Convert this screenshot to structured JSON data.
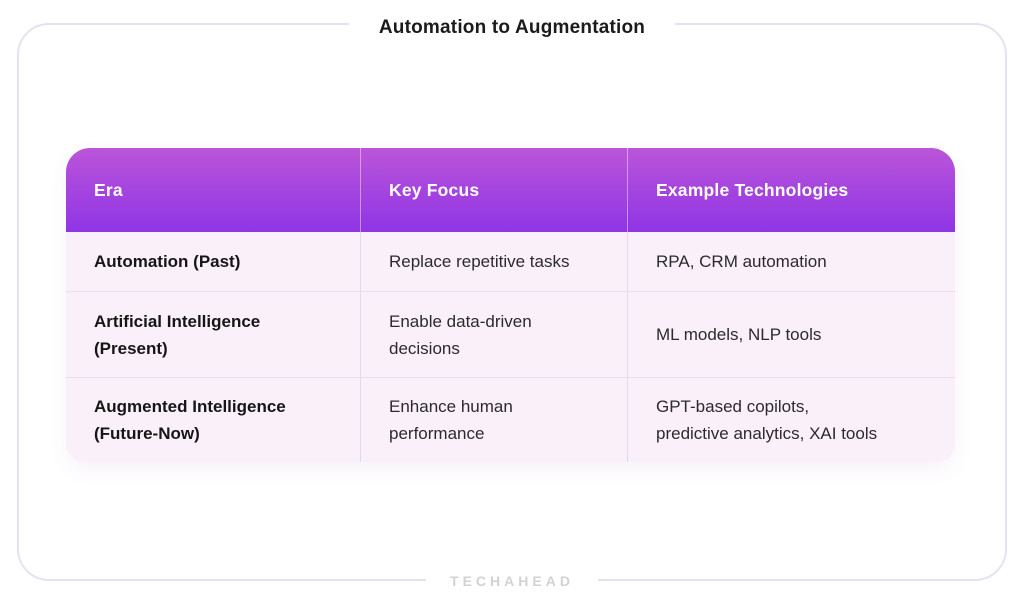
{
  "page": {
    "title": "Automation to Augmentation",
    "watermark": "TECHAHEAD"
  },
  "chart_data": {
    "type": "table",
    "title": "Automation to Augmentation",
    "columns": [
      "Era",
      "Key Focus",
      "Example Technologies"
    ],
    "rows": [
      [
        "Automation (Past)",
        "Replace repetitive tasks",
        "RPA, CRM automation"
      ],
      [
        "Artificial Intelligence\n(Present)",
        "Enable data-driven\ndecisions",
        "ML models, NLP tools"
      ],
      [
        "Augmented Intelligence\n(Future-Now)",
        "Enhance human\nperformance",
        "GPT-based copilots,\npredictive analytics, XAI tools"
      ]
    ]
  },
  "colors": {
    "header_gradient_top": "#bb55d9",
    "header_gradient_bottom": "#8f35e5",
    "row_bg": "#f9f0f9",
    "row_separator": "#eedbee",
    "col_divider": "#e8d6f0",
    "card_border": "#e6e1f0",
    "title_color": "#1b1b1b",
    "era_text": "#161616",
    "body_text": "#2b2b2b",
    "watermark_color": "#d2d2d2"
  }
}
